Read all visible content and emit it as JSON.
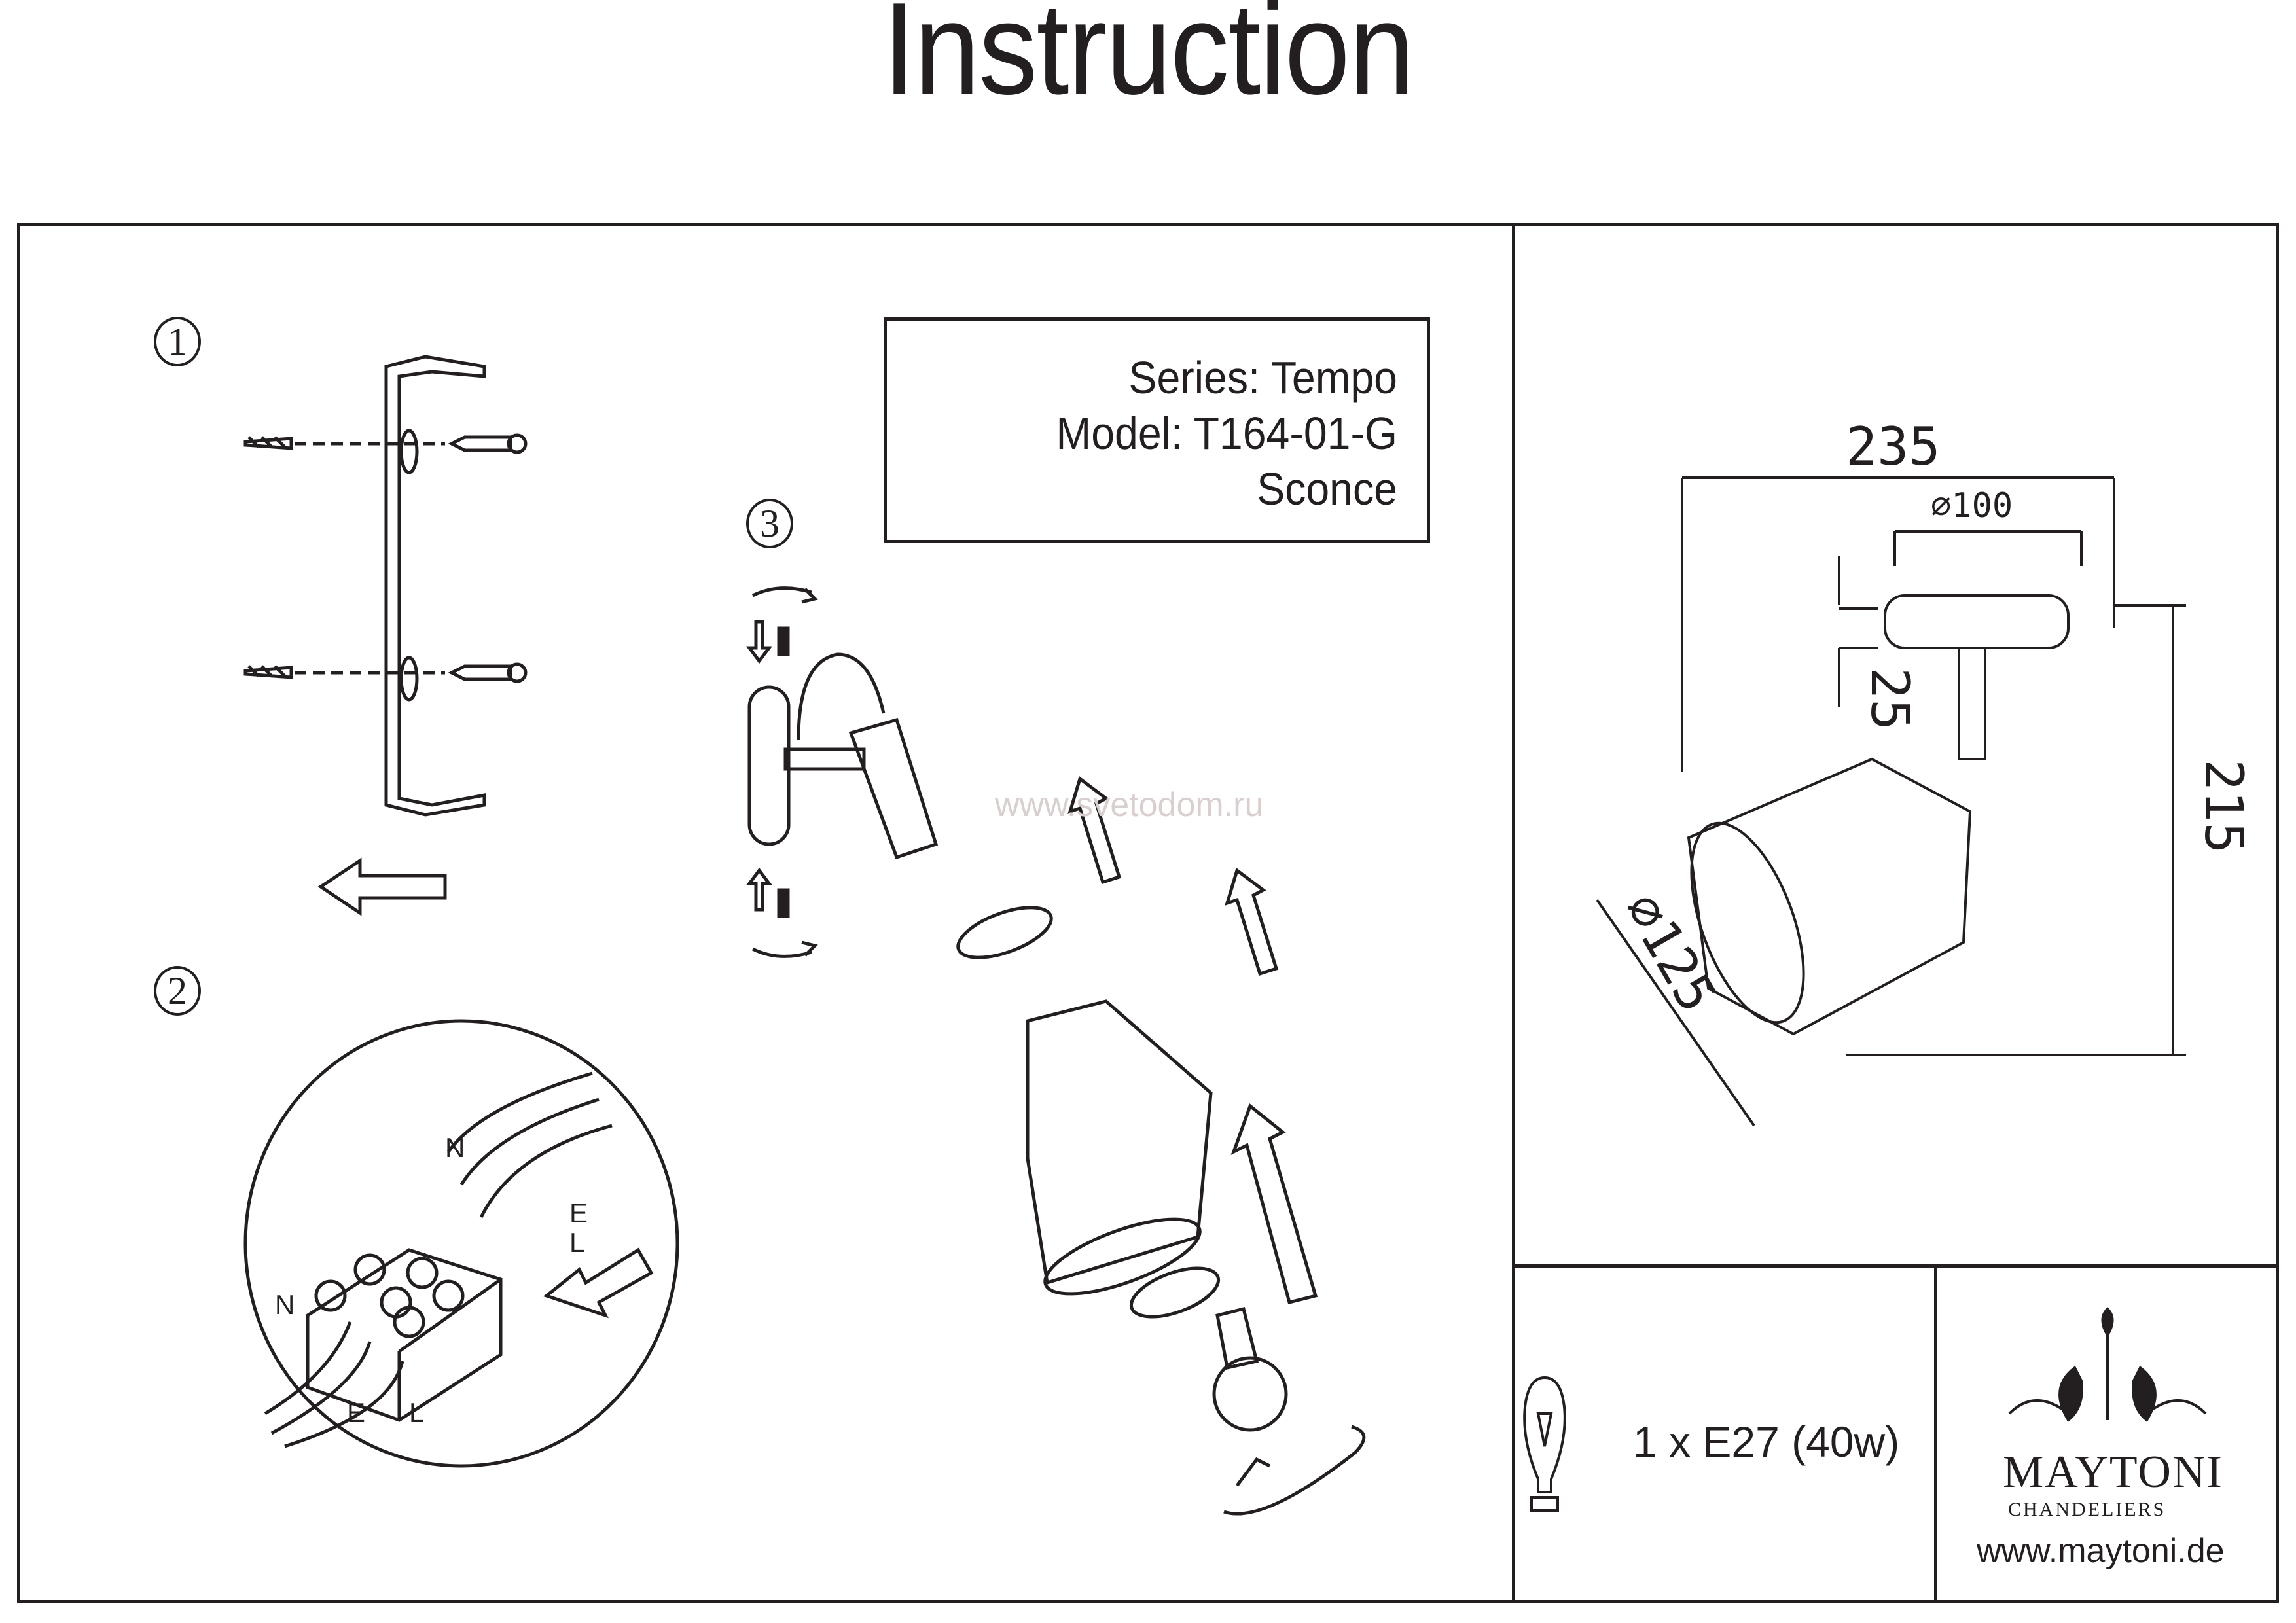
{
  "header": {
    "title": "Instruction"
  },
  "product_info": {
    "series": "Series: Tempo",
    "model": "Model: T164-01-G",
    "type": "Sconce"
  },
  "steps": [
    {
      "number": "1",
      "description": "Mounting bracket with wall plugs and screws"
    },
    {
      "number": "2",
      "description": "Wiring terminal block"
    },
    {
      "number": "3",
      "description": "Fix base, attach shade, ring, socket ring and bulb"
    }
  ],
  "wiring_labels": {
    "neutral": "N",
    "earth": "E",
    "live": "L"
  },
  "dimensions": {
    "width": "235",
    "base_diameter": "⌀100",
    "base_height": "25",
    "height": "215",
    "shade_diameter": "⌀125"
  },
  "bulb_spec": {
    "icon": "light-bulb-icon",
    "text": "1 x E27 (40w)"
  },
  "brand": {
    "name": "MAYTONI",
    "subtitle": "CHANDELIERS",
    "url": "www.maytoni.de"
  },
  "watermark": "www.svetodom.ru"
}
